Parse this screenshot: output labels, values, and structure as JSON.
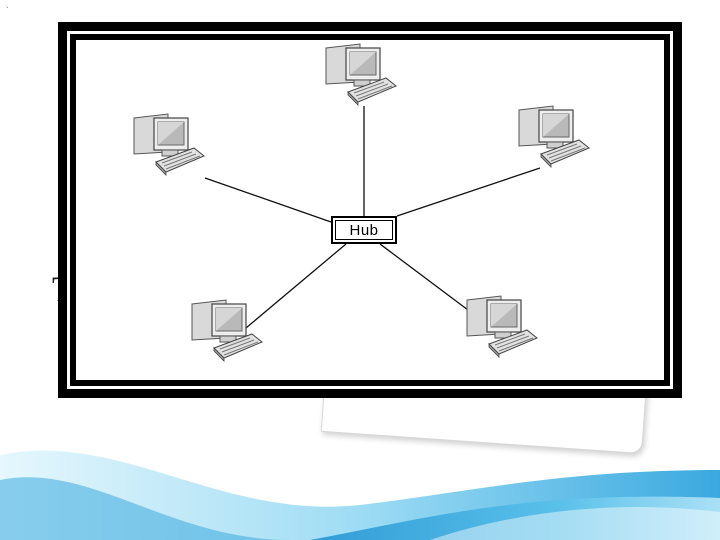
{
  "slide": {
    "corner_mark": "`",
    "behind_text": "T",
    "colors": {
      "wave_light": "#c8eefa",
      "wave_mid": "#5ec4ec",
      "wave_dark": "#1c8fd0",
      "frame": "#000000"
    }
  },
  "diagram": {
    "hub_label": "Hub",
    "nodes": [
      {
        "id": "computer-top",
        "icon": "computer-icon"
      },
      {
        "id": "computer-upper-left",
        "icon": "computer-icon"
      },
      {
        "id": "computer-upper-right",
        "icon": "computer-icon"
      },
      {
        "id": "computer-lower-left",
        "icon": "computer-icon"
      },
      {
        "id": "computer-lower-right",
        "icon": "computer-icon"
      }
    ]
  }
}
